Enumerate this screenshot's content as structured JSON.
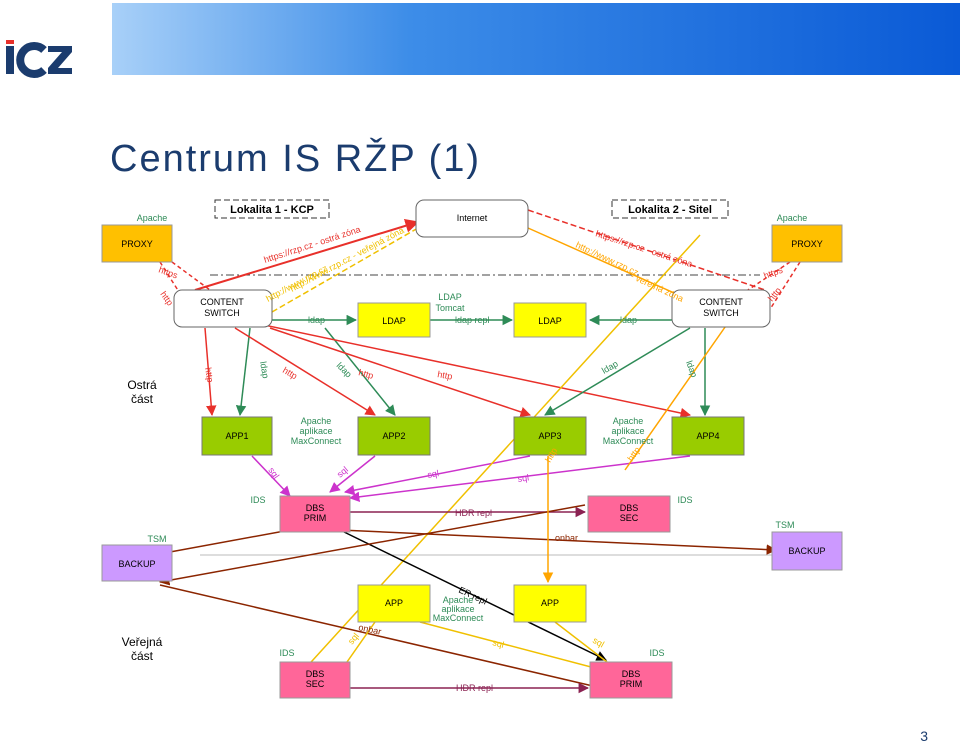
{
  "header": {
    "title": "Centrum IS RŽP (1)",
    "logo_text": "ICZ"
  },
  "colors": {
    "proxy": "#ffc000",
    "switch": "#ffffff",
    "ldap": "#ffff00",
    "app": "#99cc00",
    "dbs": "#ff6699",
    "backup": "#cc99ff",
    "http": "#e8302a",
    "https": "#e8302a",
    "ldap_line": "#2e8b57",
    "sql": "#cc33cc",
    "hdr": "#8b2252",
    "onbar": "#8b2500",
    "er": "#000000",
    "yellow_line": "#f0c000",
    "orange_line": "#ffa500",
    "banner": "#2f74e0"
  },
  "sites": {
    "site1": "Lokalita 1 - KCP",
    "site2": "Lokalita 2 - Sitel"
  },
  "nodes": {
    "apache_left": "Apache",
    "apache_right": "Apache",
    "proxy_left": "PROXY",
    "proxy_right": "PROXY",
    "internet": "Internet",
    "switch_left": [
      "CONTENT",
      "SWITCH"
    ],
    "switch_right": [
      "CONTENT",
      "SWITCH"
    ],
    "ldap_left": "LDAP",
    "ldap_tomcat": [
      "LDAP",
      "Tomcat"
    ],
    "ldap_right": "LDAP",
    "app1": "APP1",
    "app2": "APP2",
    "app3": "APP3",
    "app4": "APP4",
    "apache_app_1": [
      "Apache",
      "aplikace",
      "MaxConnect"
    ],
    "apache_app_2": [
      "Apache",
      "aplikace",
      "MaxConnect"
    ],
    "dbs_prim_top": [
      "DBS",
      "PRIM"
    ],
    "dbs_sec_top": [
      "DBS",
      "SEC"
    ],
    "ids_1": "IDS",
    "ids_2": "IDS",
    "ids_3": "IDS",
    "ids_4": "IDS",
    "tsm_left": "TSM",
    "tsm_right": "TSM",
    "backup_left": "BACKUP",
    "backup_right": "BACKUP",
    "app_public_1": "APP",
    "app_public_2": "APP",
    "apache_app_3": [
      "Apache",
      "aplikace",
      "MaxConnect"
    ],
    "dbs_sec_bottom": [
      "DBS",
      "SEC"
    ],
    "dbs_prim_bottom": [
      "DBS",
      "PRIM"
    ]
  },
  "sections": {
    "private": [
      "Ostrá",
      "část"
    ],
    "public": [
      "Veřejná",
      "část"
    ]
  },
  "link_labels": {
    "https_ostra_left": "https://rzp.cz - ostrá zóna",
    "http_verejna_left": "http://www.rzp.cz - veřejná zóna",
    "http_www_left": "http://www.rzp.cz",
    "https_ostra_right": "https://rzp.cz - ostrá zóna",
    "http_www_right": "http://www.rzp.cz",
    "verejna_right": "- veřejná zóna",
    "https_l": "https",
    "http_l": "http",
    "https_r": "https",
    "http_r": "http",
    "ldap_1": "ldap",
    "ldap_repl": "ldap repl",
    "ldap_2": "ldap",
    "http_a": "http",
    "ldap_a": "ldap",
    "http_b": "http",
    "ldap_b": "ldap",
    "http_c": "http",
    "http_d": "http",
    "ldap_c": "ldap",
    "ldap_d": "ldap",
    "sql_1": "sql",
    "sql_2": "sql",
    "sql_3": "sql",
    "sql_4": "sql",
    "http_e": "http",
    "http_f": "http",
    "hdr_repl_top": "HDR repl",
    "onbar_top": "onbar",
    "er_repl": "ER repl",
    "onbar_bottom": "onbar",
    "sql_5": "sql",
    "sql_6": "sql",
    "sql_7": "sql",
    "hdr_repl_bottom": "HDR repl"
  },
  "page_number": "3"
}
